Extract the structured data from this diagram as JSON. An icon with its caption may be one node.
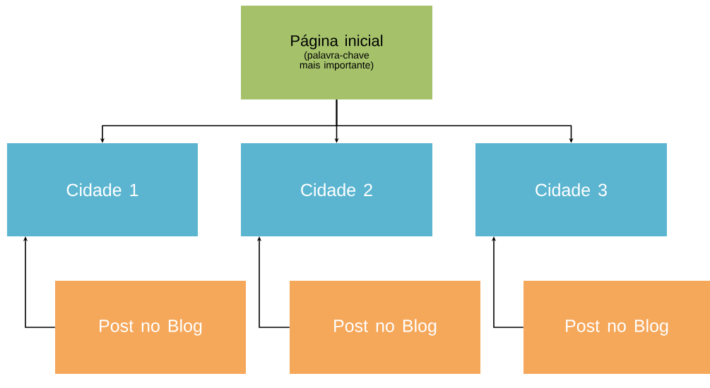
{
  "diagram": {
    "nodes": [
      {
        "text": [
          "Página inicial",
          "(palavra-chave mais importante)"
        ]
      },
      {
        "text": [
          "Cidade 1"
        ]
      },
      {
        "text": [
          "Cidade 2"
        ]
      },
      {
        "text": [
          "Cidade 3"
        ]
      },
      {
        "text": [
          "Post no Blog"
        ]
      },
      {
        "text": [
          "Post no Blog"
        ]
      },
      {
        "text": [
          "Post no Blog"
        ]
      }
    ],
    "edges": [
      {
        "from": 0,
        "to": 1,
        "arrow": "to"
      },
      {
        "from": 0,
        "to": 2,
        "arrow": "to"
      },
      {
        "from": 0,
        "to": 3,
        "arrow": "to"
      },
      {
        "from": 4,
        "to": 1,
        "arrow": "to"
      },
      {
        "from": 5,
        "to": 2,
        "arrow": "to"
      },
      {
        "from": 6,
        "to": 3,
        "arrow": "to"
      }
    ]
  }
}
